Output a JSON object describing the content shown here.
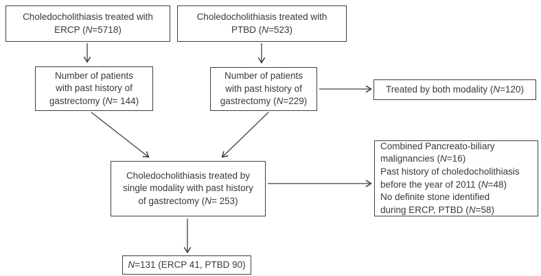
{
  "diagram": {
    "boxes": {
      "ercp_total": "Choledocholithiasis treated with\nERCP (N=5718)",
      "ptbd_total": "Choledocholithiasis treated with\nPTBD (N=523)",
      "ercp_gastrectomy": "Number of patients\nwith past history of\ngastrectomy (N= 144)",
      "ptbd_gastrectomy": "Number of patients\nwith past history of\ngastrectomy (N=229)",
      "both_modality": "Treated by both modality (N=120)",
      "single_modality": "Choledocholithiasis treated by\nsingle modality with past history\nof gastrectomy (N= 253)",
      "exclusions": {
        "items": [
          "Combined Pancreato-biliary\nmalignancies (N=16)",
          "Past history of choledocholithiasis\nbefore the year of 2011 (N=48)",
          "No definite stone identified\nduring ERCP, PTBD (N=58)"
        ]
      },
      "final_result": "N=131 (ERCP 41, PTBD 90)"
    },
    "colors": {
      "border": "#3d3d3d",
      "text": "#383838",
      "arrow": "#3d3d3d",
      "background": "#ffffff"
    }
  }
}
